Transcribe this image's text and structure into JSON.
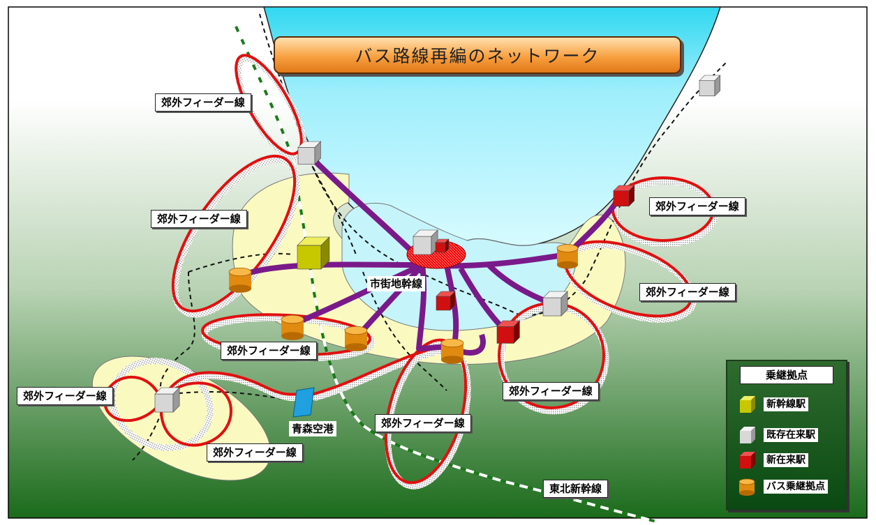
{
  "title": "バス路線再編のネットワーク",
  "labels": {
    "feeder": "郊外フィーダー線",
    "trunk": "市街地幹線",
    "airport": "青森空港",
    "shinkansen": "東北新幹線"
  },
  "legend": {
    "title": "乗継拠点",
    "items": [
      {
        "label": "新幹線駅",
        "icon": "shinkansen-station-icon",
        "color": "#c8c800"
      },
      {
        "label": "既存在来駅",
        "icon": "existing-station-icon",
        "color": "#d0d0d0"
      },
      {
        "label": "新在来駅",
        "icon": "new-station-icon",
        "color": "#d01010"
      },
      {
        "label": "バス乗継拠点",
        "icon": "bus-hub-icon",
        "color": "#e8900c"
      }
    ]
  },
  "colors": {
    "feeder_line": "#e01010",
    "trunk_line": "#7a1a8a",
    "sea": "#aef0ff",
    "zone": "#fafac0",
    "shinkansen_line": "#1a7a1a",
    "background_bottom": "#1a6a1a"
  }
}
